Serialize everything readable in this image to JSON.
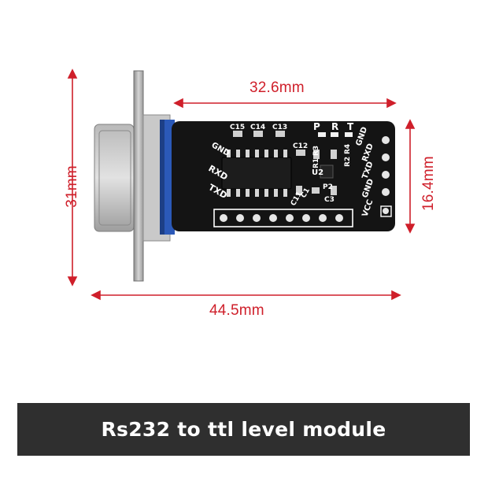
{
  "dimensions": {
    "width_label": "32.6mm",
    "overall_length_label": "44.5mm",
    "height_label": "31mm",
    "board_height_label": "16.4mm"
  },
  "pcb_labels": {
    "connector_side_pins": [
      "GND",
      "RXD",
      "TXD"
    ],
    "header_pins": [
      "GND",
      "RXD",
      "TXD",
      "GND",
      "VCC"
    ],
    "capacitors": [
      "C15",
      "C14",
      "C13",
      "C12",
      "C11",
      "C3",
      "C1"
    ],
    "resistors": [
      "R3",
      "R1",
      "R4",
      "R2"
    ],
    "chips": [
      "U2",
      "P2"
    ],
    "leds": [
      "P",
      "R",
      "T"
    ]
  },
  "banner": {
    "title": "Rs232 to ttl level module"
  },
  "colors": {
    "dimension_red": "#cf1f2a",
    "pcb_black": "#141414",
    "connector_blue": "#2b59b8",
    "banner_bg": "#2f2f2f"
  }
}
